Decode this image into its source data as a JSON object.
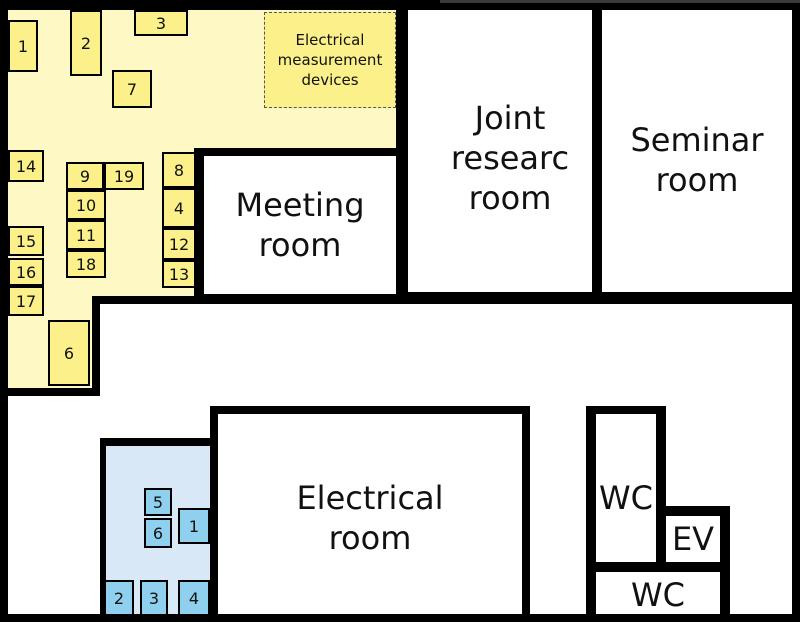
{
  "rooms": {
    "meeting": "Meeting\nroom",
    "joint_research": "Joint\nresearc\nroom",
    "seminar": "Seminar\nroom",
    "electrical": "Electrical\nroom",
    "wc_upper": "WC",
    "ev": "EV",
    "wc_lower": "WC"
  },
  "zone_label": "Electrical\nmeasurement\ndevices",
  "yellow_zone": {
    "stations": [
      "1",
      "2",
      "3",
      "7",
      "14",
      "9",
      "19",
      "8",
      "10",
      "4",
      "11",
      "12",
      "15",
      "18",
      "13",
      "16",
      "17",
      "6"
    ]
  },
  "blue_zone": {
    "stations": [
      "5",
      "6",
      "1",
      "2",
      "3",
      "4"
    ]
  },
  "colors": {
    "yellow_area": "#fdf8c4",
    "yellow_station": "#fbf08a",
    "blue_area": "#d8e8f6",
    "blue_station": "#8fd0ee",
    "walls": "#000000"
  }
}
